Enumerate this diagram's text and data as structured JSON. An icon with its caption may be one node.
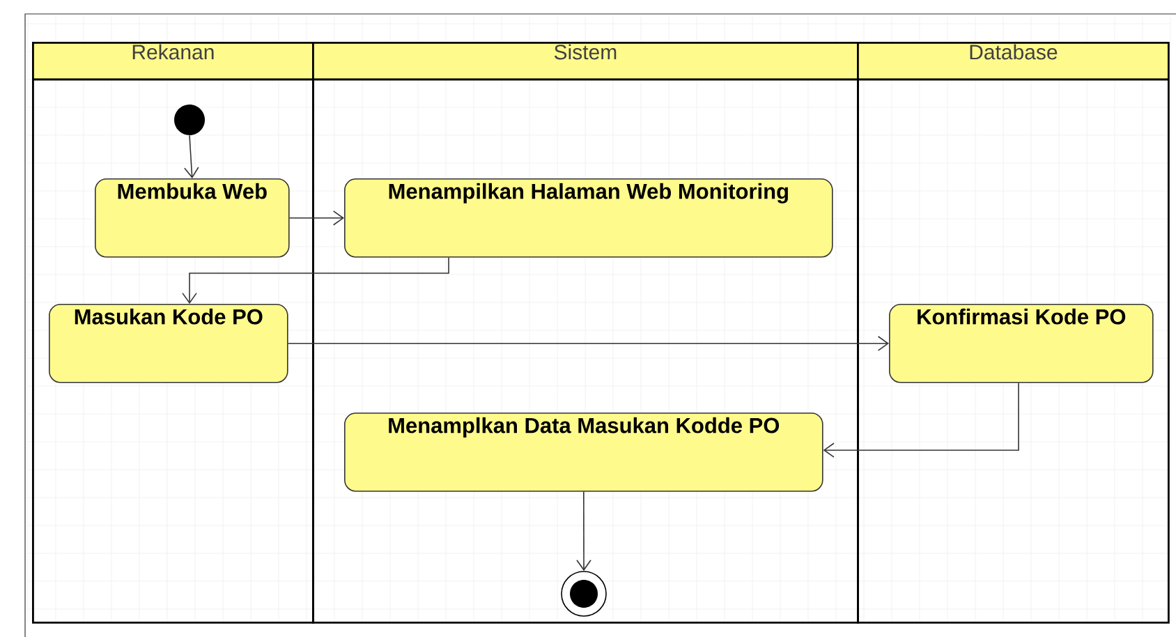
{
  "diagram": {
    "nodes": [
      {
        "text": [
          "Rekanan"
        ]
      },
      {
        "text": [
          "Sistem"
        ]
      },
      {
        "text": [
          "Database"
        ]
      },
      {
        "text": [],
        "shape": "circle",
        "in": 0
      },
      {
        "text": [
          "Membuka Web"
        ],
        "in": 0
      },
      {
        "text": [
          "Menampilkan Halaman Web Monitoring"
        ],
        "in": 1
      },
      {
        "text": [
          "Masukan Kode PO"
        ],
        "in": 0
      },
      {
        "text": [
          "Konfirmasi Kode PO"
        ],
        "in": 2
      },
      {
        "text": [
          "Menamplkan Data Masukan Kodde PO"
        ],
        "in": 1
      },
      {
        "text": [],
        "shape": "bullseye",
        "in": 1
      }
    ],
    "edges": [
      {
        "from": 3,
        "to": 4,
        "arrow": "to"
      },
      {
        "from": 4,
        "to": 5,
        "arrow": "to"
      },
      {
        "from": 5,
        "to": 6,
        "arrow": "to"
      },
      {
        "from": 6,
        "to": 7,
        "arrow": "to"
      },
      {
        "from": 7,
        "to": 8,
        "arrow": "to"
      },
      {
        "from": 8,
        "to": 9,
        "arrow": "to"
      }
    ]
  }
}
